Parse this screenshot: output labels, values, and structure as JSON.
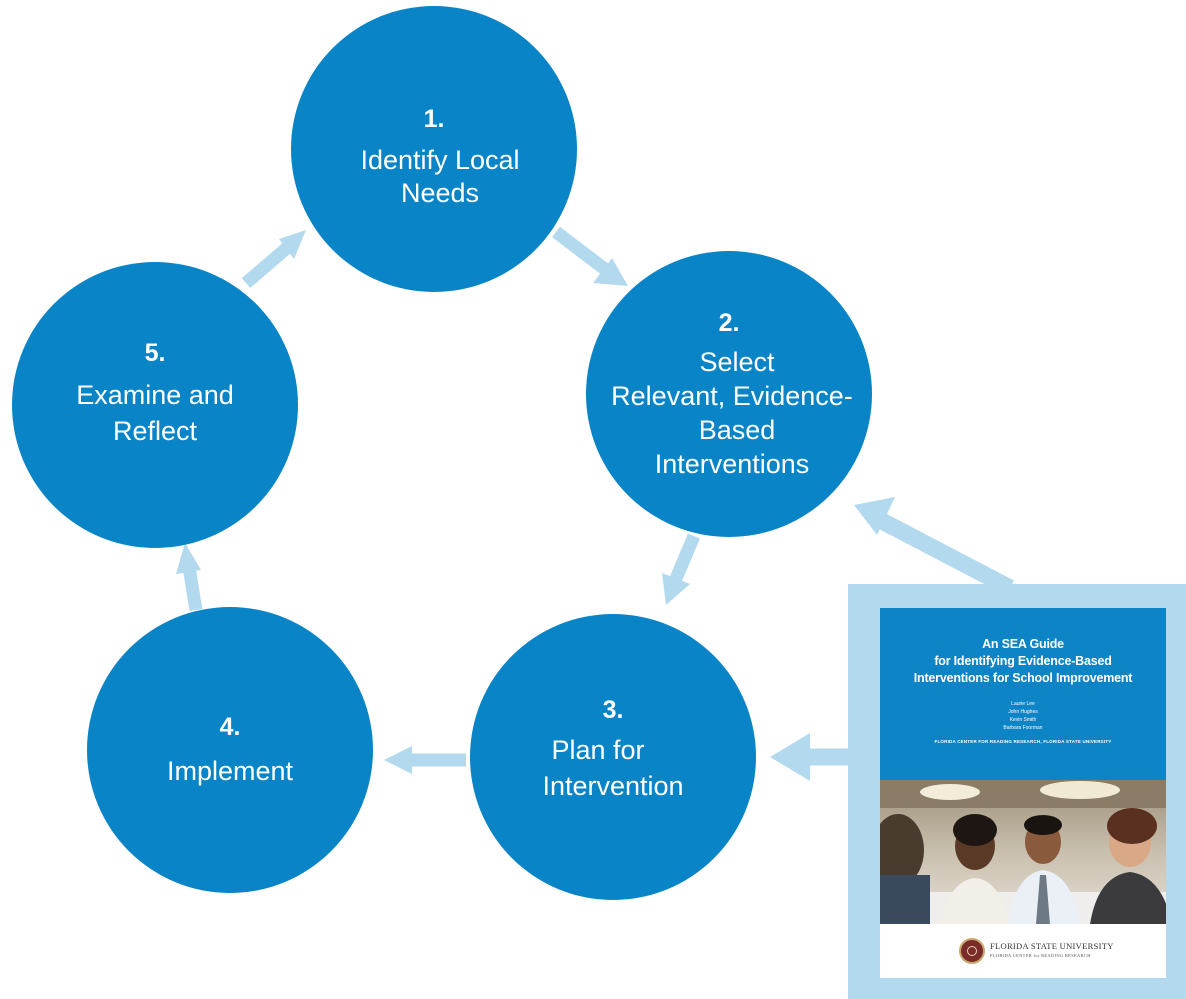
{
  "steps": [
    {
      "number": "1.",
      "lines": [
        "Identify Local",
        "Needs"
      ]
    },
    {
      "number": "2.",
      "lines": [
        "Select",
        "Relevant, Evidence-",
        "Based",
        "Interventions"
      ]
    },
    {
      "number": "3.",
      "lines": [
        "Plan for",
        "Intervention"
      ]
    },
    {
      "number": "4.",
      "lines": [
        "Implement"
      ]
    },
    {
      "number": "5.",
      "lines": [
        "Examine and",
        "Reflect"
      ]
    }
  ],
  "report": {
    "title_lines": [
      "An SEA Guide",
      "for Identifying Evidence-Based",
      "Interventions for School Improvement"
    ],
    "authors": [
      "Laurie Lee",
      "John Hughes",
      "Kevin Smith",
      "Barbara Foorman"
    ],
    "org": "FLORIDA CENTER FOR READING RESEARCH, FLORIDA STATE UNIVERSITY",
    "university": "FLORIDA STATE UNIVERSITY",
    "center": "FLORIDA CENTER for READING RESEARCH"
  },
  "colors": {
    "circle": "#0984c6",
    "arrow": "#b3d9ee",
    "text": "#ffffff"
  }
}
